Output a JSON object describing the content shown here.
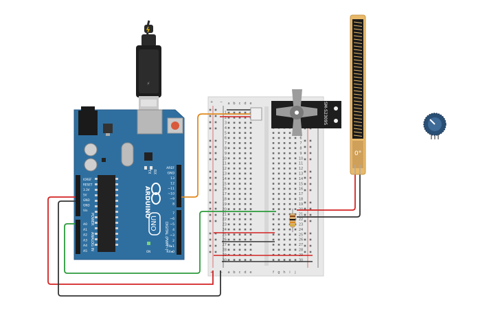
{
  "arduino": {
    "brand": "ARDUINO",
    "model": "UNO",
    "power_label": "POWER",
    "analog_label": "ANALOG IN",
    "digital_label": "DIGITAL (PWM~)",
    "tx_label": "TX",
    "rx_label": "RX",
    "on_label": "ON",
    "power_pins": [
      "IOREF",
      "RESET",
      "3.3V",
      "5V",
      "GND",
      "GND",
      "Vin"
    ],
    "analog_pins": [
      "A0",
      "A1",
      "A2",
      "A3",
      "A4",
      "A5"
    ],
    "digital_top": [
      "AREF",
      "GND",
      "13",
      "12",
      "~11",
      "~10",
      "~9",
      "8"
    ],
    "digital_bottom": [
      "7",
      "~6",
      "~5",
      "4",
      "~3",
      "2",
      "TX▸1",
      "RX◂0"
    ]
  },
  "breadboard": {
    "col_letters_left": [
      "a",
      "b",
      "c",
      "d",
      "e"
    ],
    "col_letters_right": [
      "f",
      "g",
      "h",
      "i",
      "j"
    ],
    "row_numbers": [
      "1",
      "2",
      "3",
      "4",
      "5",
      "6",
      "7",
      "8",
      "9",
      "10",
      "11",
      "12",
      "13",
      "14",
      "15",
      "16",
      "17",
      "18",
      "19",
      "20",
      "21",
      "22",
      "23",
      "24",
      "25",
      "26",
      "27",
      "28",
      "29",
      "30"
    ],
    "plus": "+",
    "minus": "−"
  },
  "servo": {
    "label": "SM-S2309S"
  },
  "flex_sensor": {
    "value_label": "0°"
  },
  "colors": {
    "arduino_blue": "#2f6fa0",
    "breadboard": "#e8e8e8",
    "wire_red": "#d32020",
    "wire_black": "#333333",
    "wire_green": "#2a9a3a",
    "wire_orange": "#e08a1e",
    "servo_body": "#1e1e1e",
    "flex_sensor": "#e8b96a",
    "potentiometer": "#2a4f75"
  }
}
